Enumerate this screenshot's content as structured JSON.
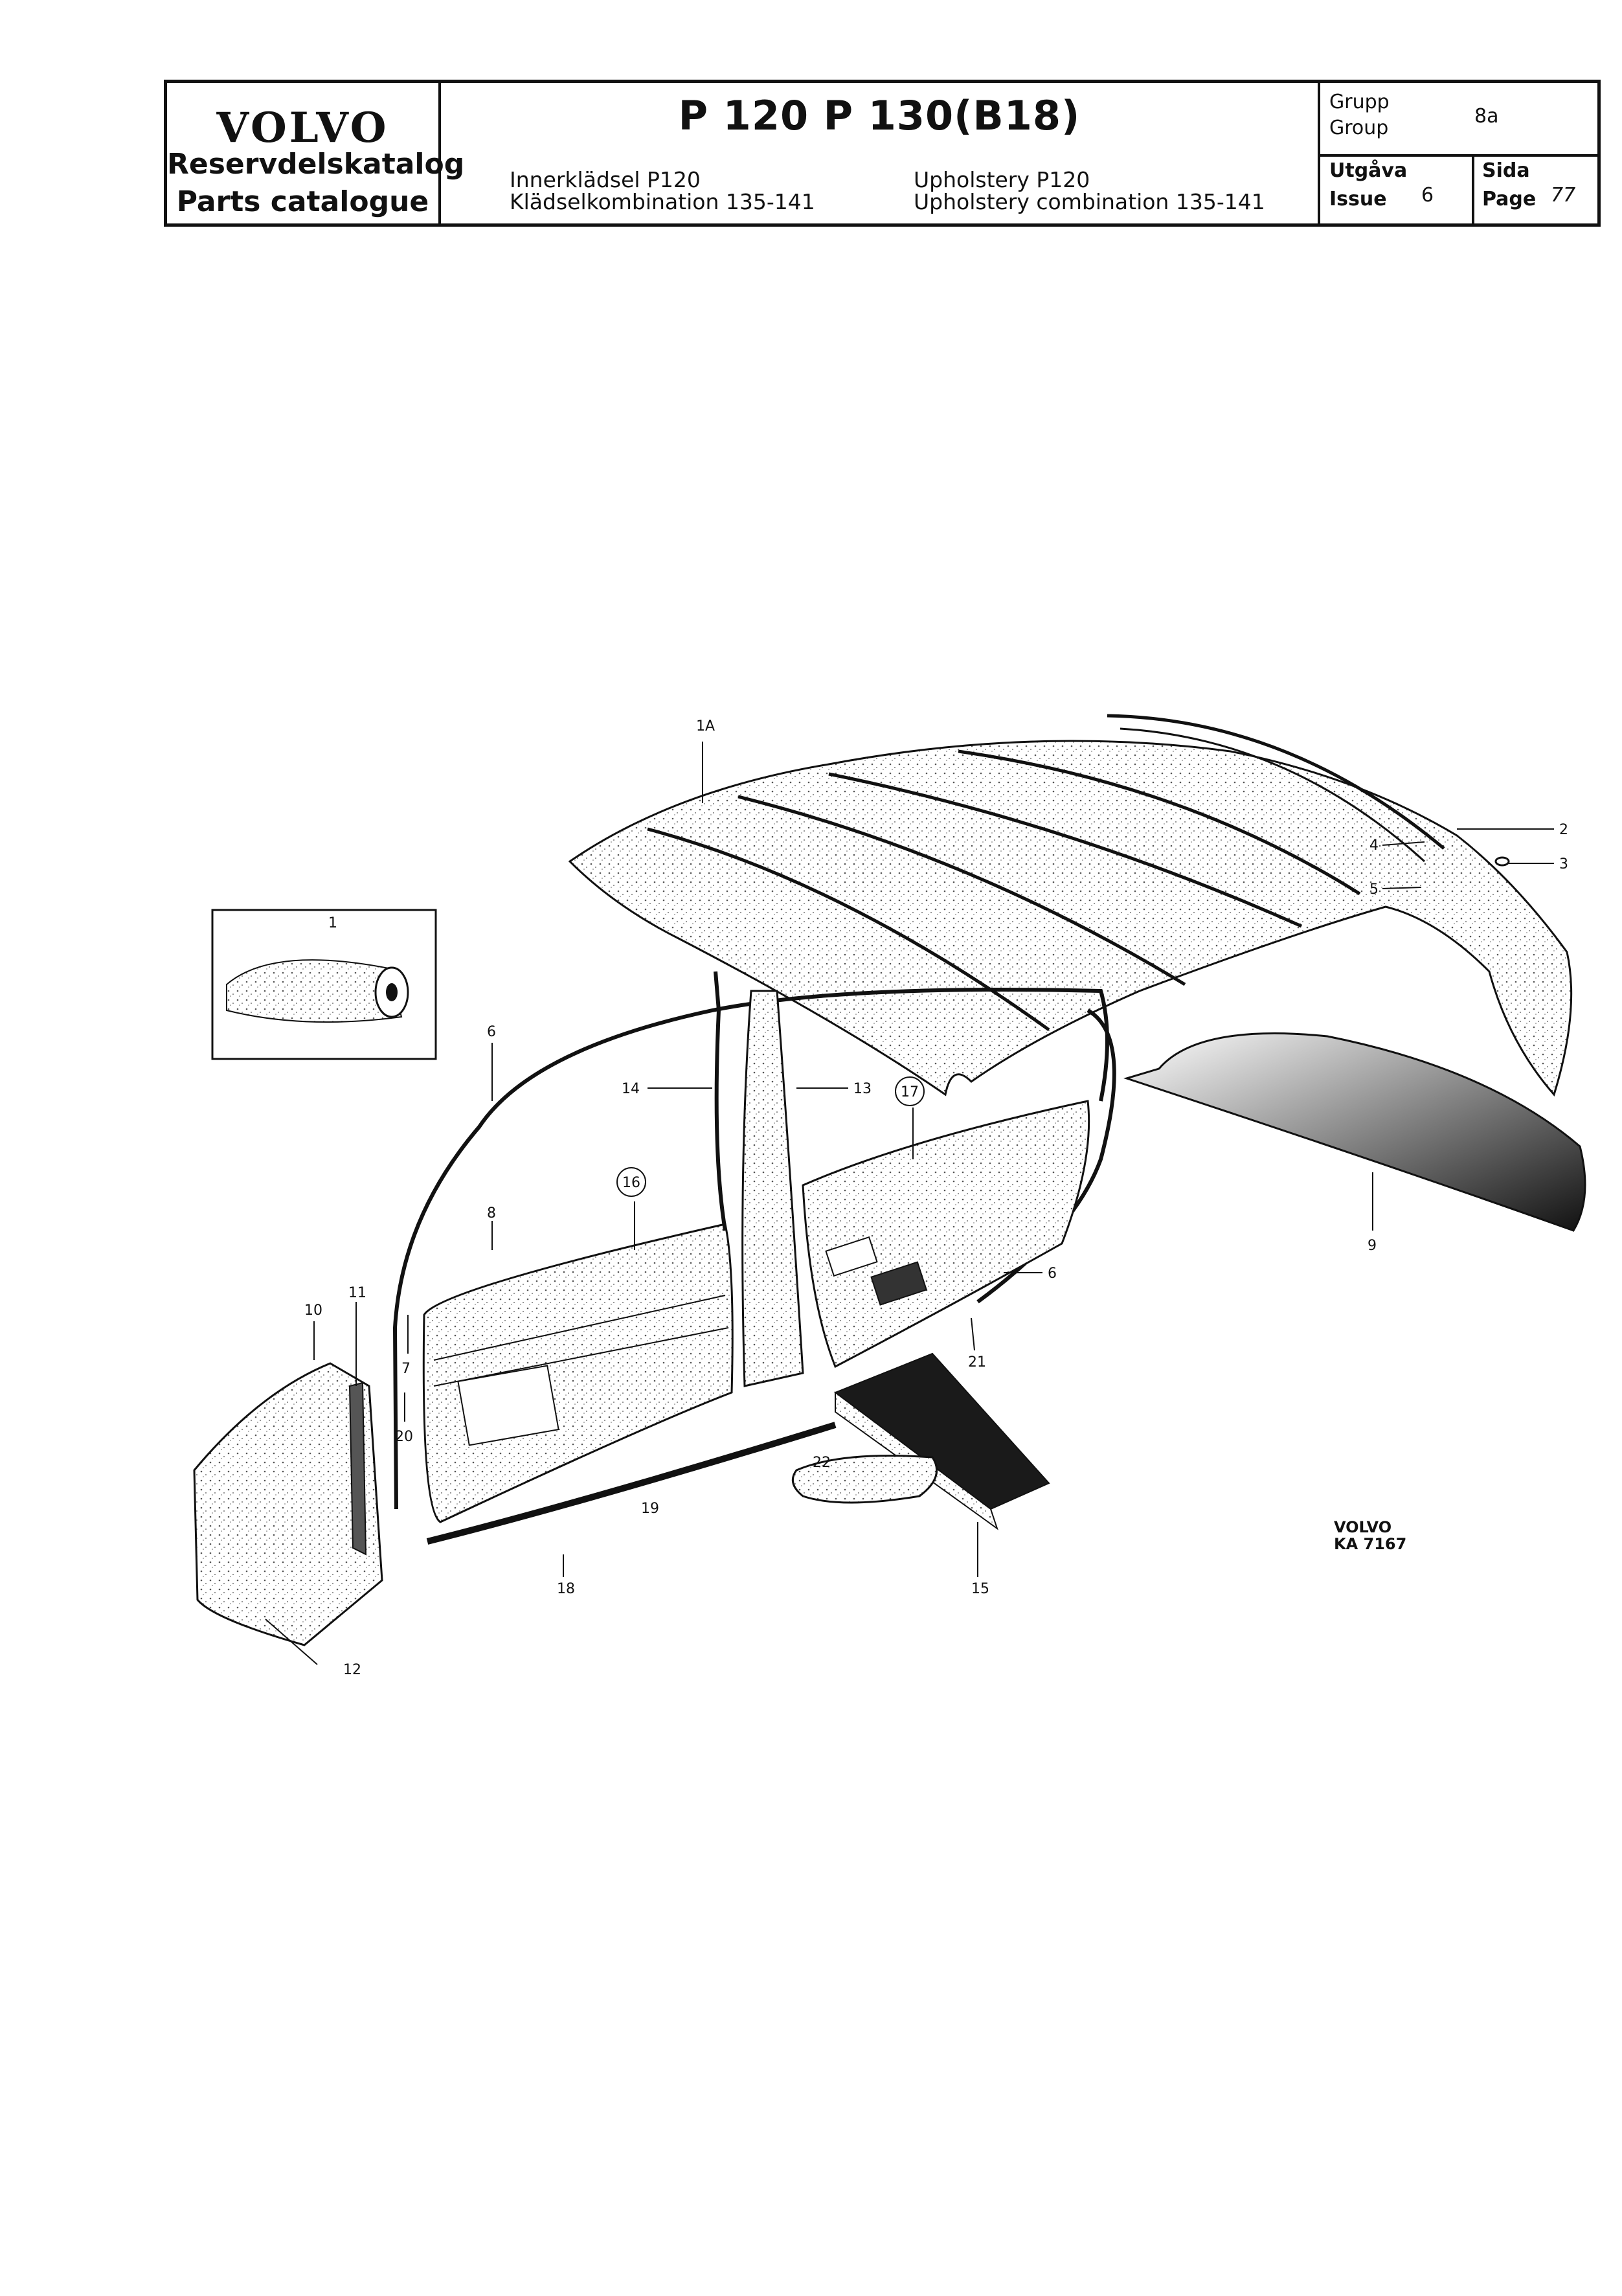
{
  "header": {
    "brand": "VOLVO",
    "catalog_sv": "Reservdelskatalog",
    "catalog_en": "Parts catalogue",
    "models": "P 120  P 130(B18)",
    "subtitle_sv_1": "Innerklädsel P120",
    "subtitle_sv_2": "Klädselkombination 135-141",
    "subtitle_en_1": "Upholstery P120",
    "subtitle_en_2": "Upholstery combination 135-141",
    "group_label_sv": "Grupp",
    "group_label_en": "Group",
    "group_value": "8a",
    "issue_label_sv": "Utgåva",
    "issue_label_en": "Issue",
    "issue_value": "6",
    "page_label_sv": "Sida",
    "page_label_en": "Page",
    "page_value": "77"
  },
  "callouts": {
    "c1A": "1A",
    "c1": "1",
    "c2": "2",
    "c3": "3",
    "c4": "4",
    "c5": "5",
    "c6a": "6",
    "c6b": "6",
    "c7": "7",
    "c8": "8",
    "c9": "9",
    "c10": "10",
    "c11": "11",
    "c12": "12",
    "c13": "13",
    "c14": "14",
    "c15": "15",
    "c16": "16",
    "c17": "17",
    "c18": "18",
    "c19": "19",
    "c20": "20",
    "c21": "21",
    "c22": "22"
  },
  "stamp": {
    "line1": "VOLVO",
    "line2": "KA 7167"
  }
}
